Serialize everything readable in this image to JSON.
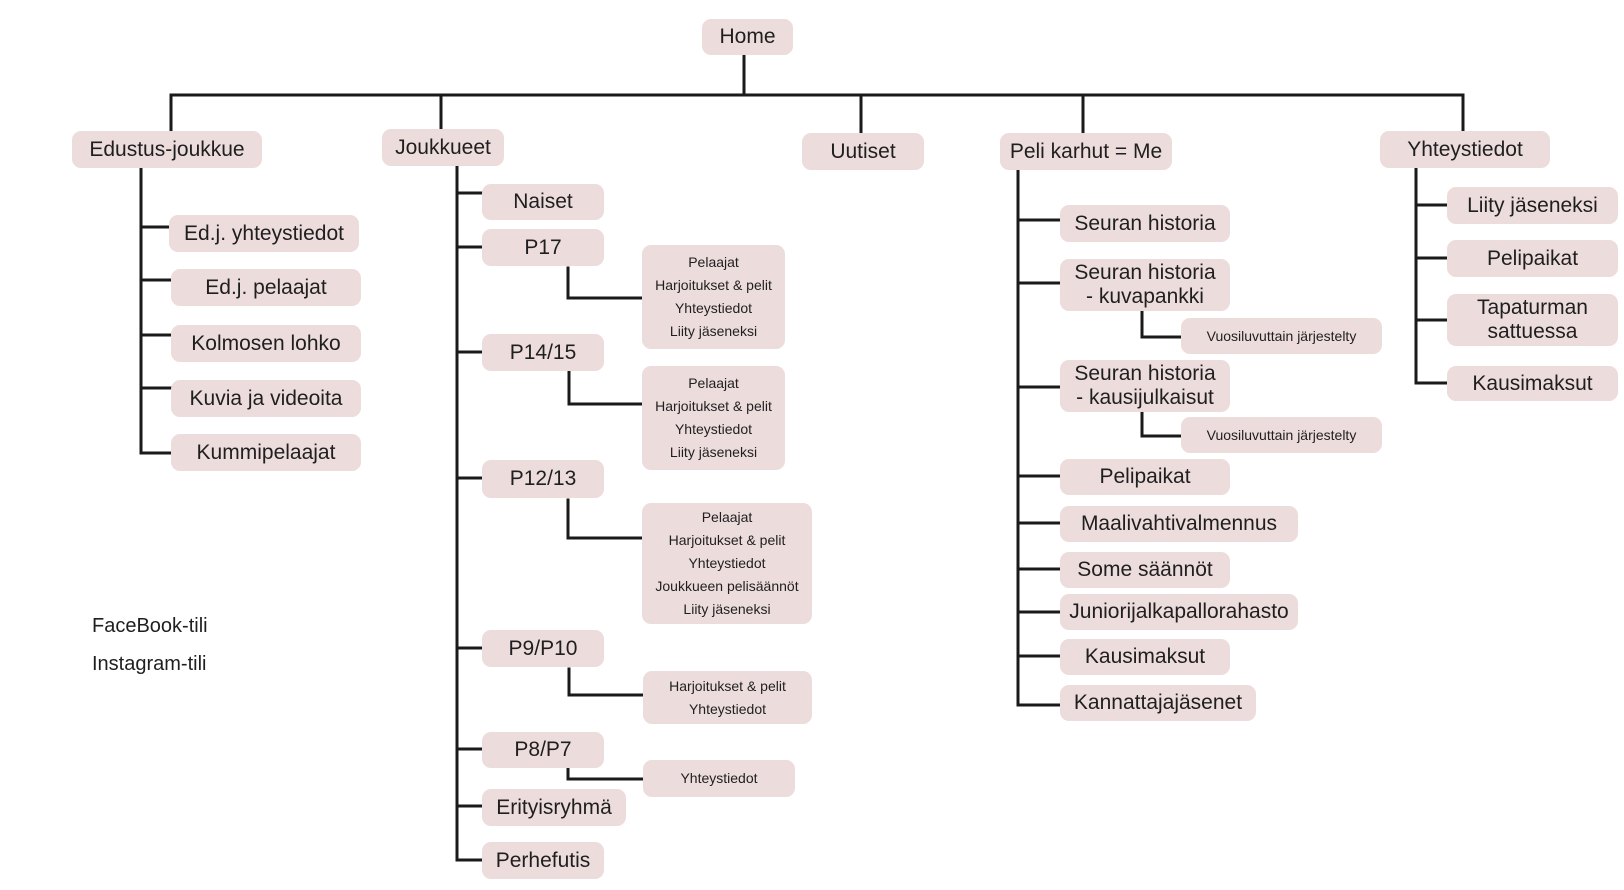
{
  "root": "Home",
  "branches": {
    "edustus": {
      "title": "Edustus-joukkue",
      "items": [
        "Ed.j. yhteystiedot",
        "Ed.j. pelaajat",
        "Kolmosen lohko",
        "Kuvia ja videoita",
        "Kummipelaajat"
      ]
    },
    "joukkueet": {
      "title": "Joukkueet",
      "items": [
        "Naiset",
        "P17",
        "P14/15",
        "P12/13",
        "P9/P10",
        "P8/P7",
        "Erityisryhmä",
        "Perhefutis"
      ],
      "details": {
        "p17": [
          "Pelaajat",
          "Harjoitukset & pelit",
          "Yhteystiedot",
          "Liity jäseneksi"
        ],
        "p14": [
          "Pelaajat",
          "Harjoitukset & pelit",
          "Yhteystiedot",
          "Liity jäseneksi"
        ],
        "p12": [
          "Pelaajat",
          "Harjoitukset & pelit",
          "Yhteystiedot",
          "Joukkueen pelisäännöt",
          "Liity jäseneksi"
        ],
        "p9": [
          "Harjoitukset & pelit",
          "Yhteystiedot"
        ],
        "p8": [
          "Yhteystiedot"
        ]
      }
    },
    "uutiset": {
      "title": "Uutiset"
    },
    "peli": {
      "title": "Peli karhut = Me",
      "items": [
        "Seuran historia",
        "Seuran historia - kuvapankki",
        "Seuran historia - kausijulkaisut",
        "Pelipaikat",
        "Maalivahtivalmennus",
        "Some säännöt",
        "Juniorijalkapallorahasto",
        "Kausimaksut",
        "Kannattajajäsenet"
      ],
      "sub_kuvapankki": "Vuosiluvuttain järjestelty",
      "sub_kausijulkaisut": "Vuosiluvuttain järjestelty"
    },
    "yhteys": {
      "title": "Yhteystiedot",
      "items": [
        "Liity jäseneksi",
        "Pelipaikat",
        "Tapaturman sattuessa",
        "Kausimaksut"
      ]
    }
  },
  "notes": [
    "FaceBook-tili",
    "Instagram-tili"
  ]
}
